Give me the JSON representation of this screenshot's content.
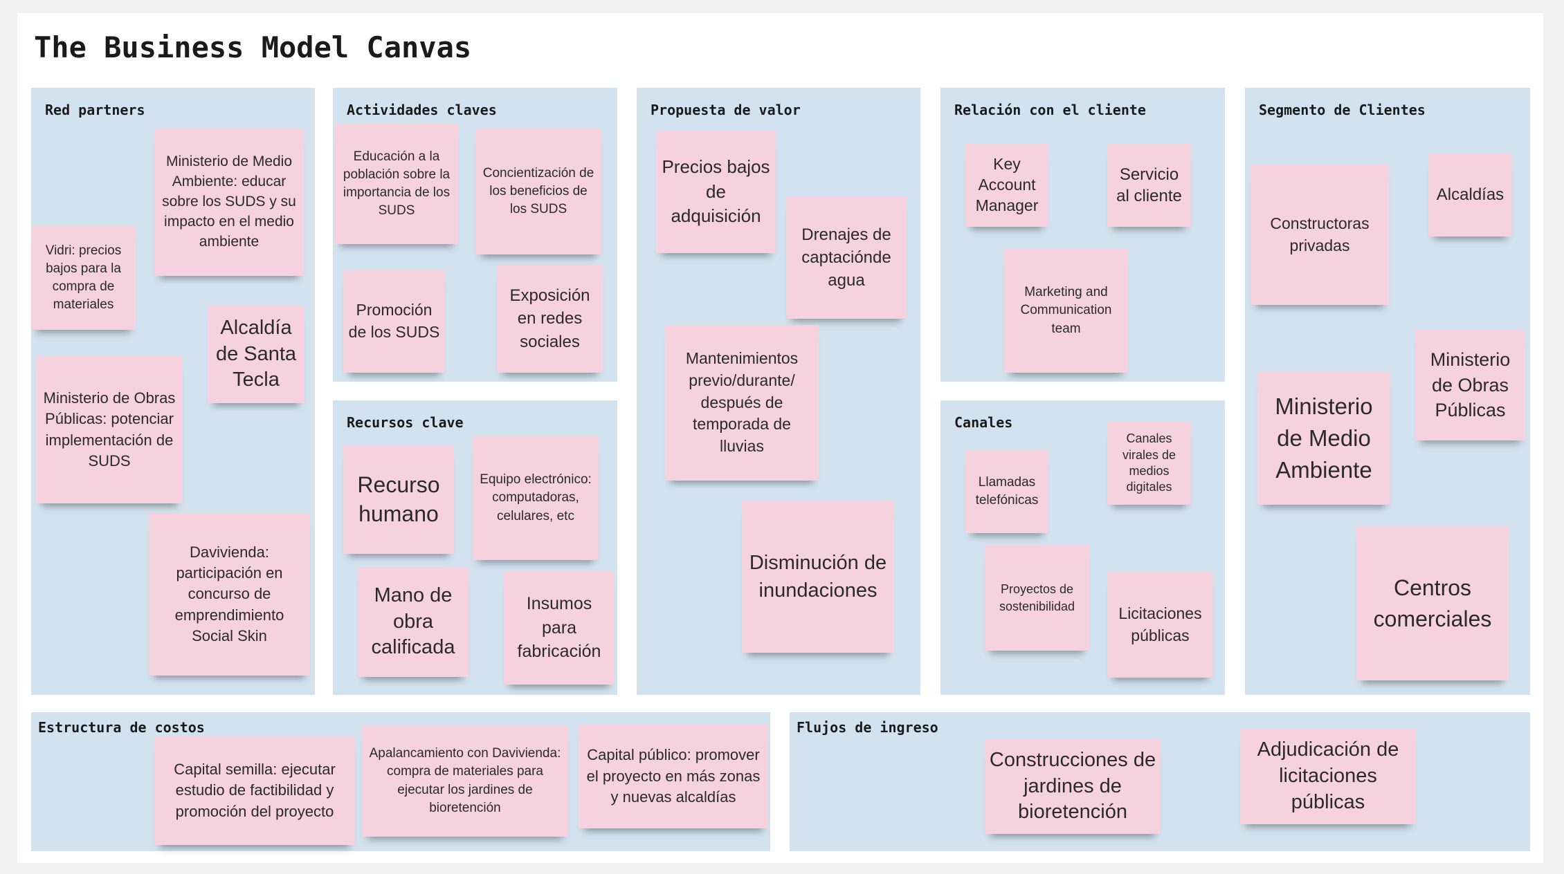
{
  "title": "The Business Model Canvas",
  "sections": {
    "red_partners": {
      "label": "Red partners",
      "notes": [
        "Ministerio de Medio Ambiente: educar sobre los SUDS y su impacto en el medio ambiente",
        "Vidri: precios bajos para la compra de materiales",
        "Alcaldía de Santa Tecla",
        "Ministerio de Obras Públicas: potenciar implementación de SUDS",
        "Davivienda: participación en concurso de emprendimiento Social Skin"
      ]
    },
    "actividades": {
      "label": "Actividades claves",
      "notes": [
        "Educación a la población sobre la importancia de los SUDS",
        "Concientización de los beneficios de los SUDS",
        "Promoción de los SUDS",
        "Exposición en redes sociales"
      ]
    },
    "recursos": {
      "label": "Recursos clave",
      "notes": [
        "Recurso humano",
        "Equipo electrónico: computadoras, celulares, etc",
        "Mano de obra calificada",
        "Insumos para fabricación"
      ]
    },
    "propuesta": {
      "label": "Propuesta de valor",
      "notes": [
        "Precios bajos de adquisición",
        "Drenajes de captaciónde agua",
        "Mantenimientos previo/durante/ después de temporada de lluvias",
        "Disminución de inundaciones"
      ]
    },
    "relacion": {
      "label": "Relación con el cliente",
      "notes": [
        "Key Account Manager",
        "Servicio al cliente",
        "Marketing and Communication team"
      ]
    },
    "canales": {
      "label": "Canales",
      "notes": [
        "Canales virales de medios digitales",
        "Llamadas telefónicas",
        "Proyectos de sostenibilidad",
        "Licitaciones públicas"
      ]
    },
    "segmento": {
      "label": "Segmento de Clientes",
      "notes": [
        "Constructoras privadas",
        "Alcaldías",
        "Ministerio de Obras Públicas",
        "Ministerio de Medio Ambiente",
        "Centros comerciales"
      ]
    },
    "costos": {
      "label": "Estructura de costos",
      "notes": [
        "Capital semilla: ejecutar estudio de factibilidad y promoción del proyecto",
        "Apalancamiento con Davivienda: compra de materiales para ejecutar los jardines de bioretención",
        "Capital público: promover el proyecto en más zonas y nuevas alcaldías"
      ]
    },
    "ingresos": {
      "label": "Flujos de ingreso",
      "notes": [
        "Construcciones de jardines de bioretención",
        "Adjudicación de licitaciones públicas"
      ]
    }
  },
  "colors": {
    "panel": "#d2e3ef",
    "note": "#f6d2df"
  }
}
